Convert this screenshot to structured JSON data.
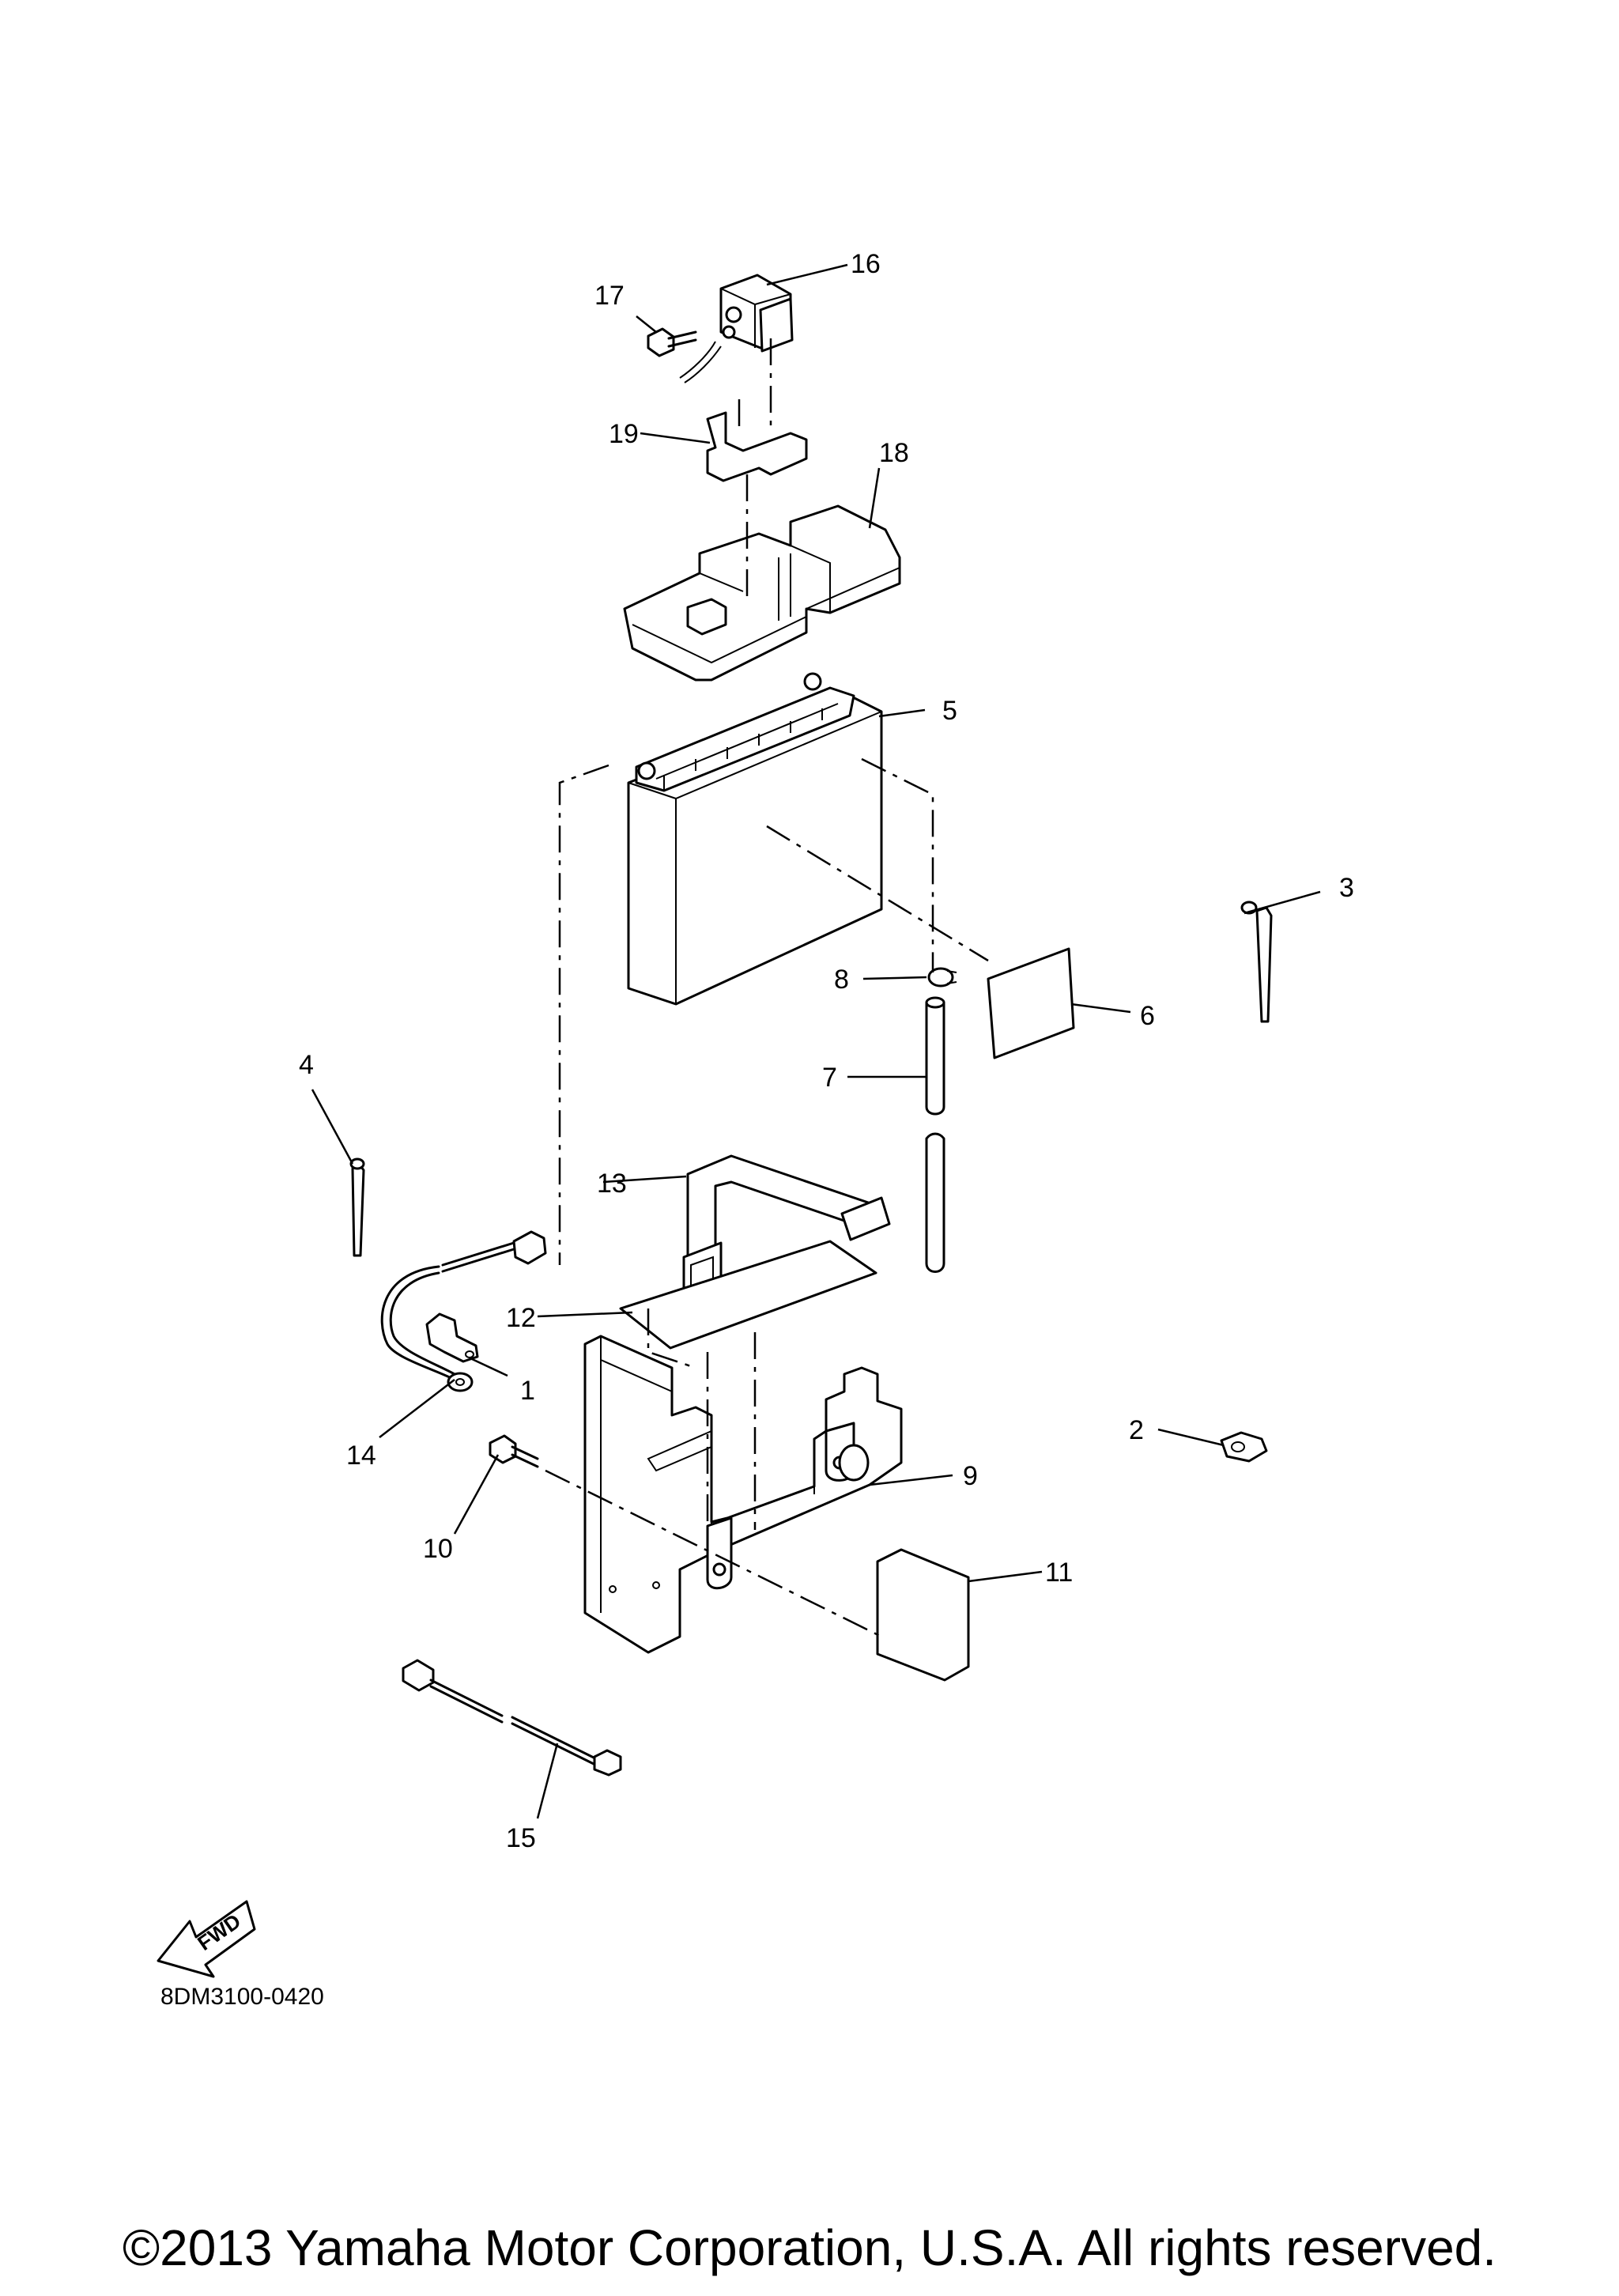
{
  "diagram": {
    "callouts": {
      "c1": "1",
      "c2": "2",
      "c3": "3",
      "c4": "4",
      "c5": "5",
      "c6": "6",
      "c7": "7",
      "c8": "8",
      "c9": "9",
      "c10": "10",
      "c11": "11",
      "c12": "12",
      "c13": "13",
      "c14": "14",
      "c15": "15",
      "c16": "16",
      "c17": "17",
      "c18": "18",
      "c19": "19"
    },
    "fwd_label": "FWD",
    "diagram_code": "8DM3100-0420",
    "copyright": "©2013 Yamaha Motor Corporation, U.S.A. All rights reserved."
  }
}
